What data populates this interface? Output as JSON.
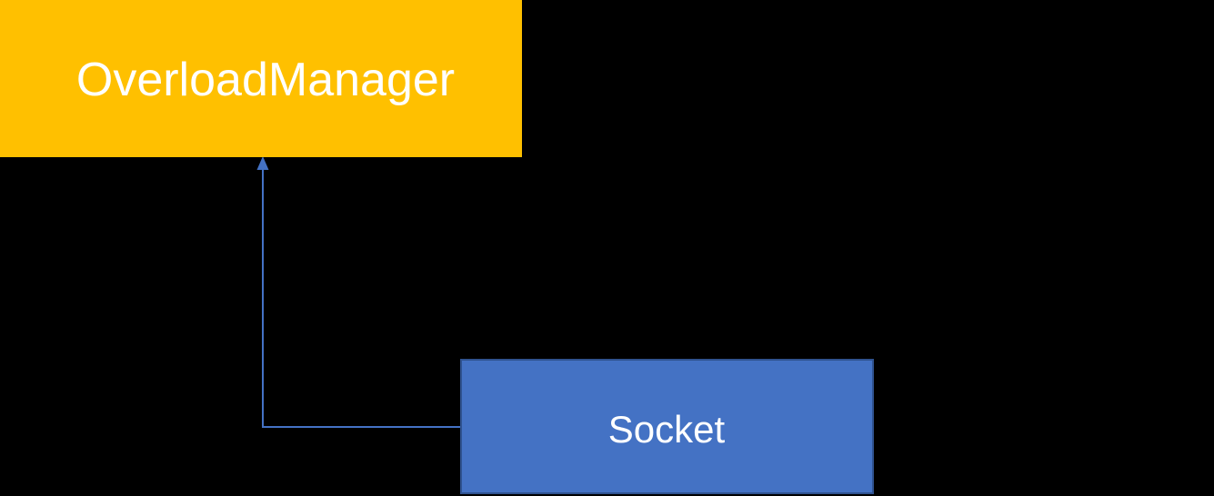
{
  "diagram": {
    "background_color": "#000000",
    "nodes": [
      {
        "id": "overload-manager",
        "label": "OverloadManager",
        "fill_color": "#FFC000",
        "border_color": "none",
        "text_color": "#FFFFFF"
      },
      {
        "id": "socket",
        "label": "Socket",
        "fill_color": "#4472C4",
        "border_color": "#2F528F",
        "text_color": "#FFFFFF"
      }
    ],
    "connectors": [
      {
        "from": "socket",
        "to": "overload-manager",
        "color": "#4472C4",
        "arrowhead": "triangle-up"
      }
    ]
  }
}
